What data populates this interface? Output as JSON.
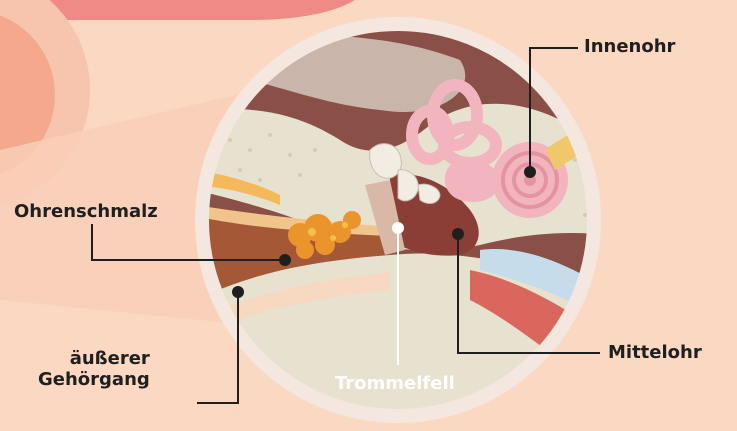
{
  "diagram": {
    "labels": {
      "inner_ear": "Innenohr",
      "earwax": "Ohrenschmalz",
      "ear_canal_line1": "äußerer",
      "ear_canal_line2": "Gehörgang",
      "eardrum": "Trommelfell",
      "middle_ear": "Mittelohr"
    },
    "colors": {
      "background": "#fbd8c2",
      "accent_pink": "#f08a86",
      "circle_bg": "#8a5048",
      "bone": "#ece7d6",
      "cochlea": "#f2b5bf",
      "earwax": "#e9952b",
      "canal": "#a45836",
      "leader_line": "#1f1f1f"
    }
  }
}
